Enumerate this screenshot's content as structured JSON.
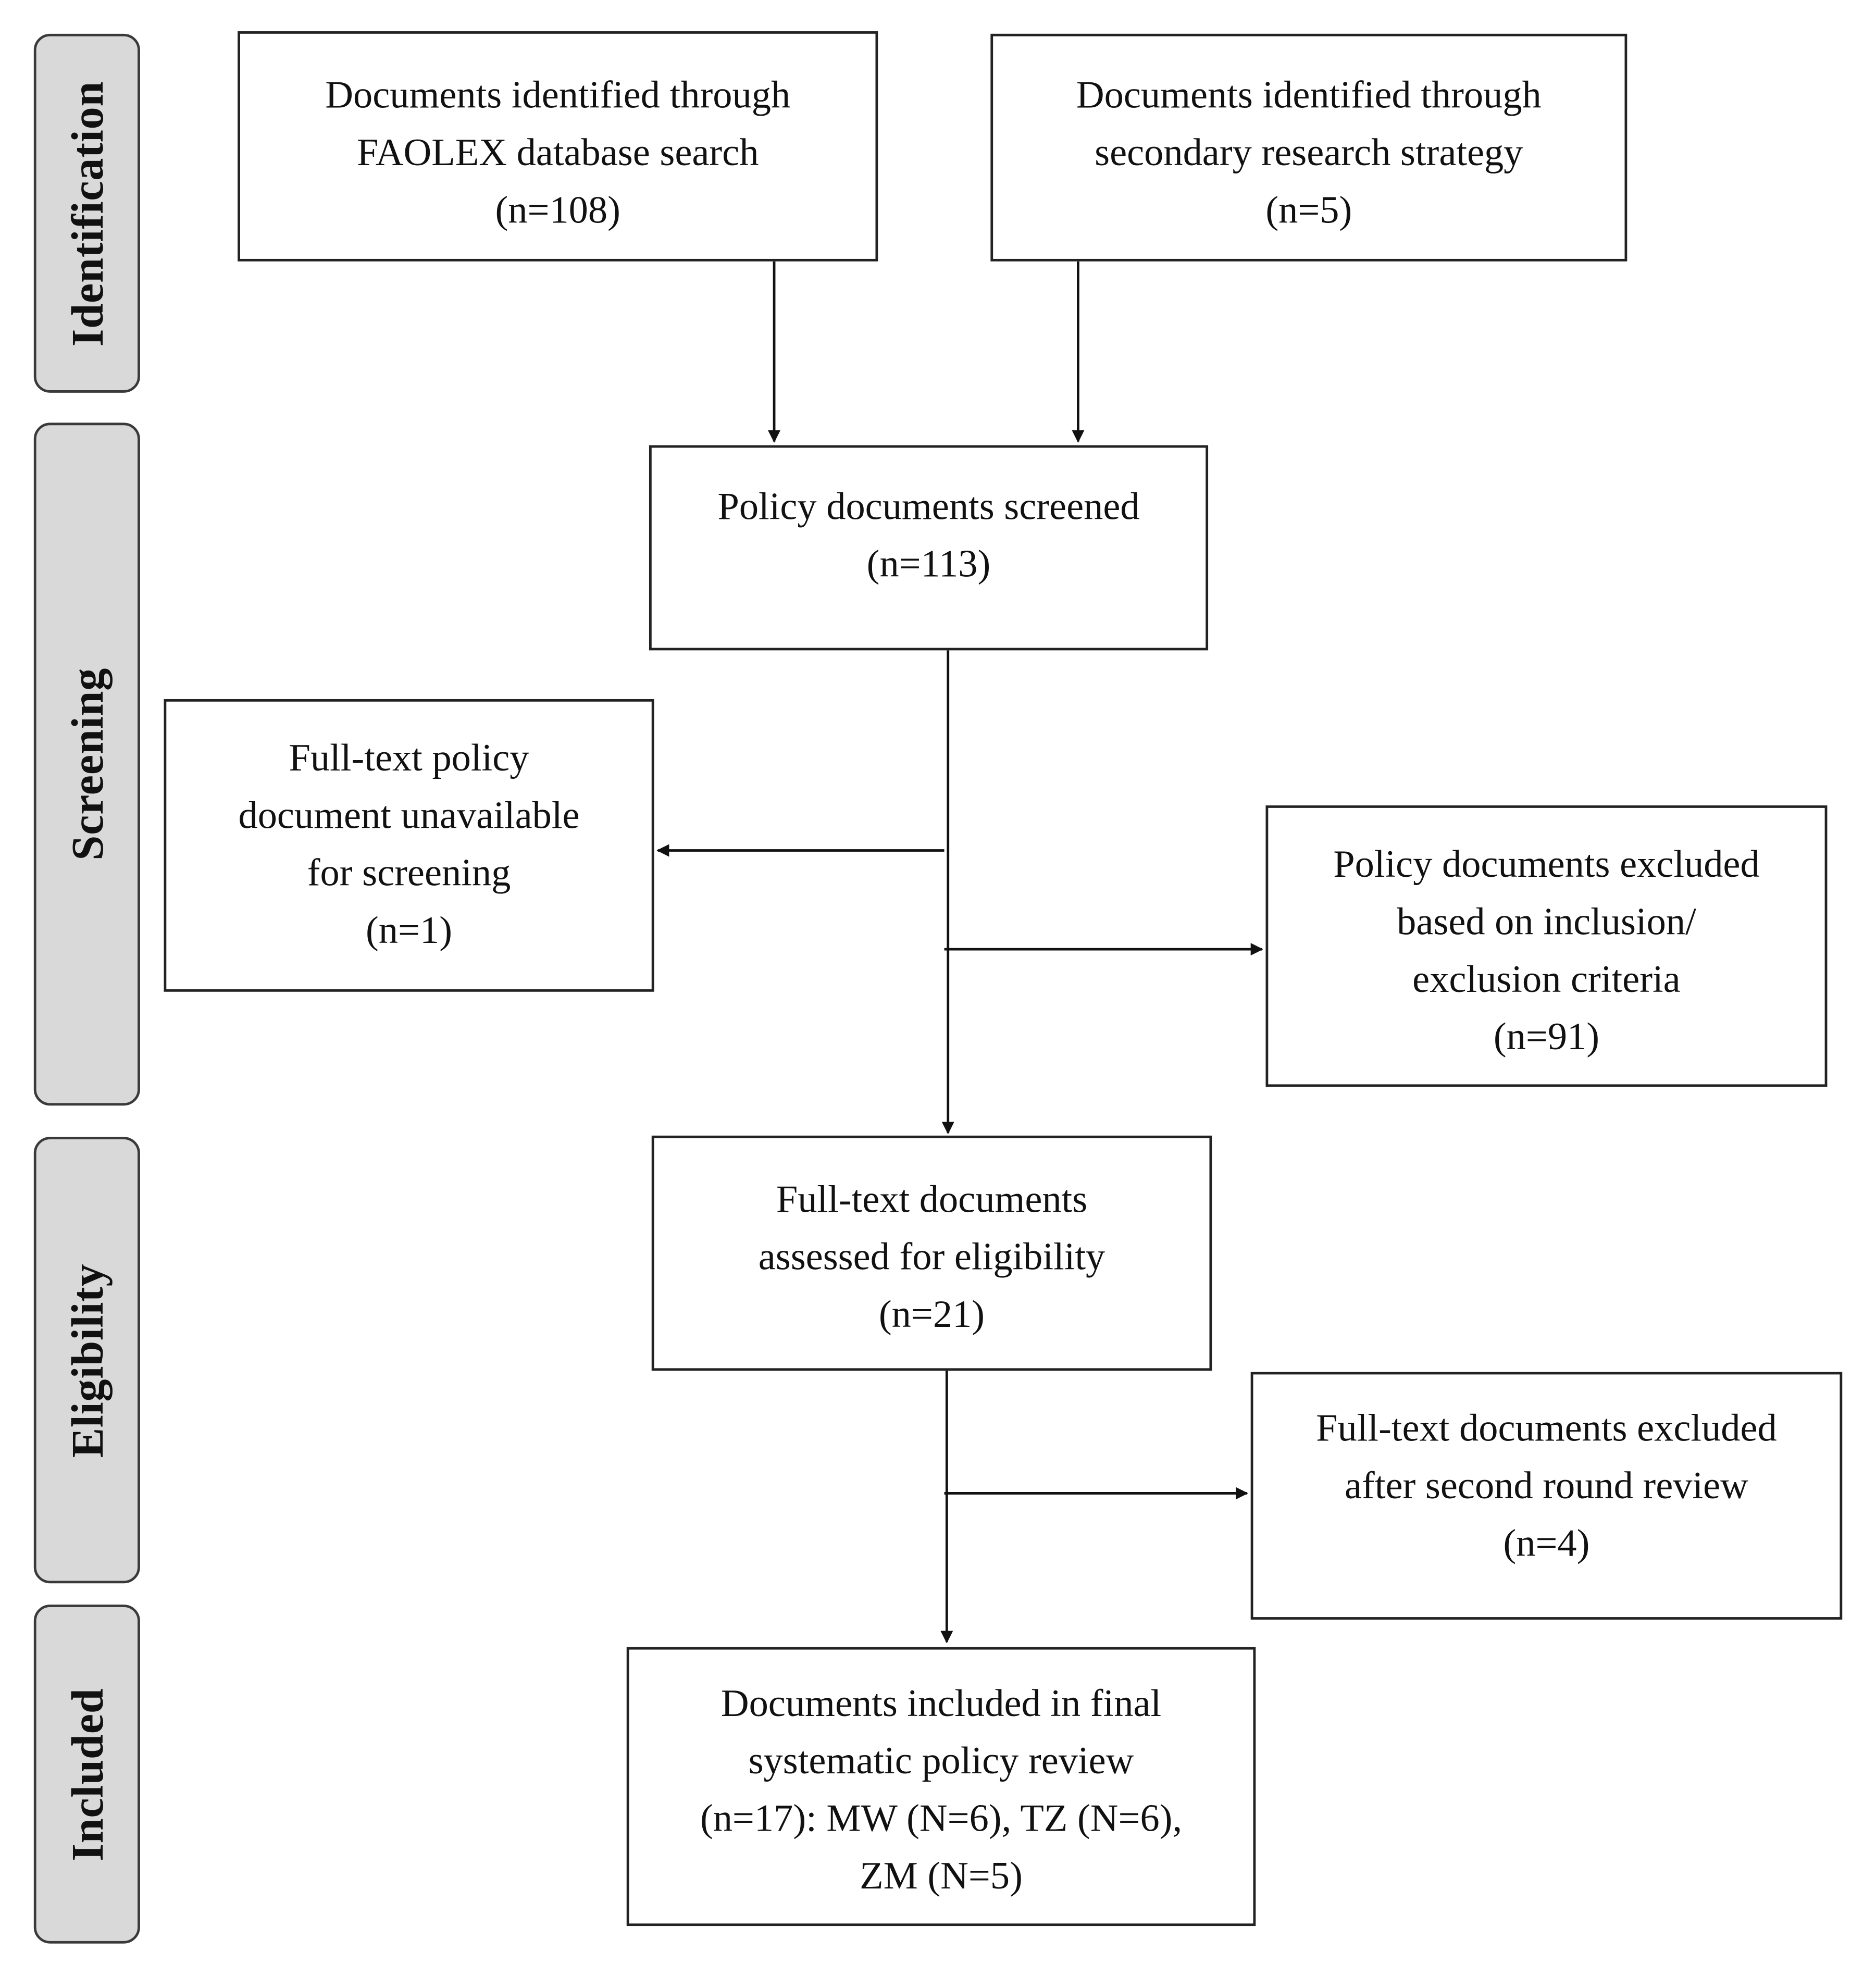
{
  "phases": [
    {
      "label": "Identification"
    },
    {
      "label": "Screening"
    },
    {
      "label": "Eligibility"
    },
    {
      "label": "Included"
    }
  ],
  "boxes": {
    "faolex": {
      "lines": [
        "Documents identified through",
        "FAOLEX database search",
        "(n=108)"
      ]
    },
    "secondary": {
      "lines": [
        "Documents identified through",
        "secondary research strategy",
        "(n=5)"
      ]
    },
    "screened": {
      "lines": [
        "Policy documents screened",
        "(n=113)"
      ]
    },
    "unavailable": {
      "lines": [
        "Full-text policy",
        "document unavailable",
        "for screening",
        "(n=1)"
      ]
    },
    "excluded_criteria": {
      "lines": [
        "Policy documents excluded",
        "based on inclusion/",
        "exclusion criteria",
        "(n=91)"
      ]
    },
    "eligibility": {
      "lines": [
        "Full-text documents",
        "assessed for eligibility",
        "(n=21)"
      ]
    },
    "excluded_second": {
      "lines": [
        "Full-text documents excluded",
        "after second round review",
        "(n=4)"
      ]
    },
    "included": {
      "lines": [
        "Documents included in final",
        "systematic policy review",
        "(n=17): MW (N=6), TZ (N=6),",
        "ZM (N=5)"
      ]
    }
  }
}
